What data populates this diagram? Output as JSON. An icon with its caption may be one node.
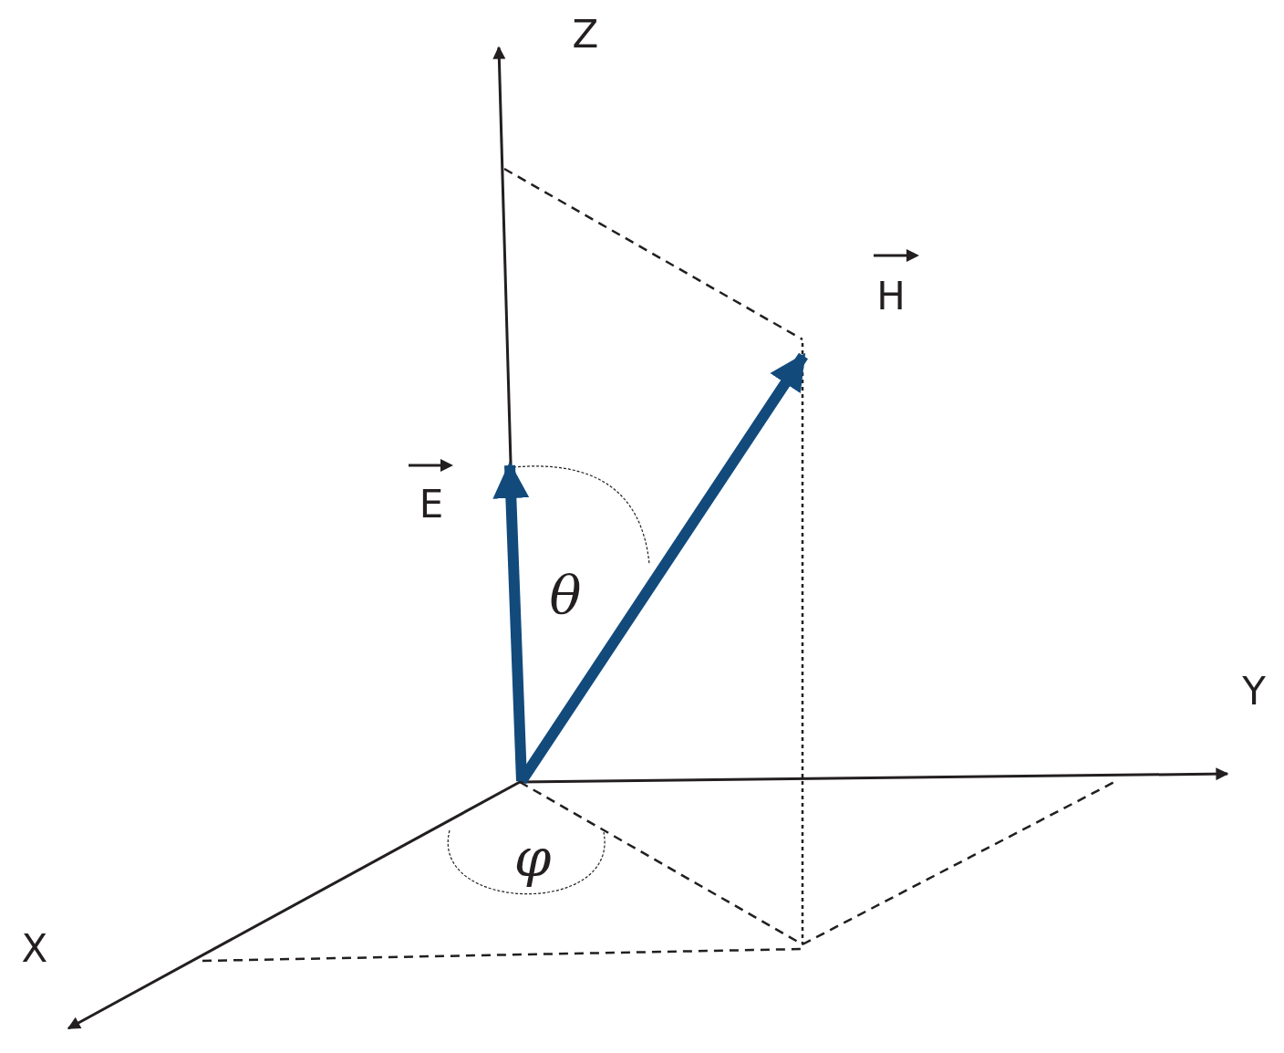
{
  "diagram": {
    "labels": [
      "Z",
      "H",
      "E",
      "θ",
      "Y",
      "φ",
      "X"
    ]
  }
}
